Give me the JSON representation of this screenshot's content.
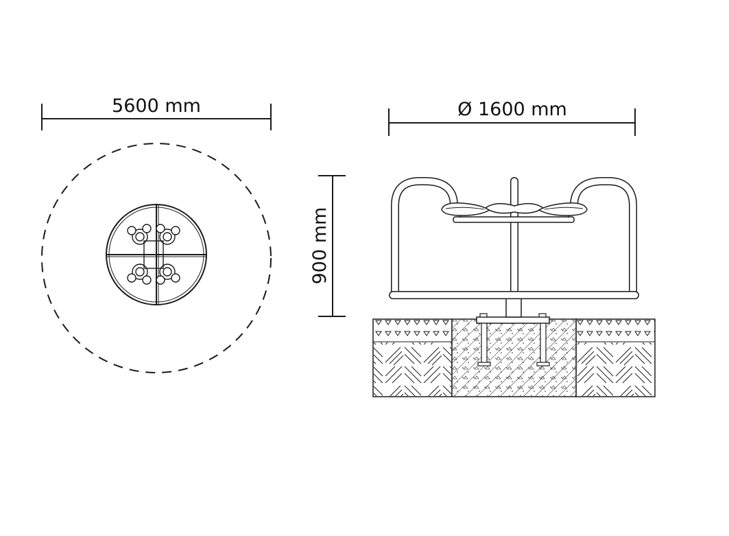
{
  "plan_view": {
    "width_label": "5600 mm"
  },
  "elevation_view": {
    "diameter_label": "Ø 1600 mm",
    "height_label": "900 mm"
  },
  "colors": {
    "ink": "#1a1a1a",
    "background": "#ffffff"
  }
}
